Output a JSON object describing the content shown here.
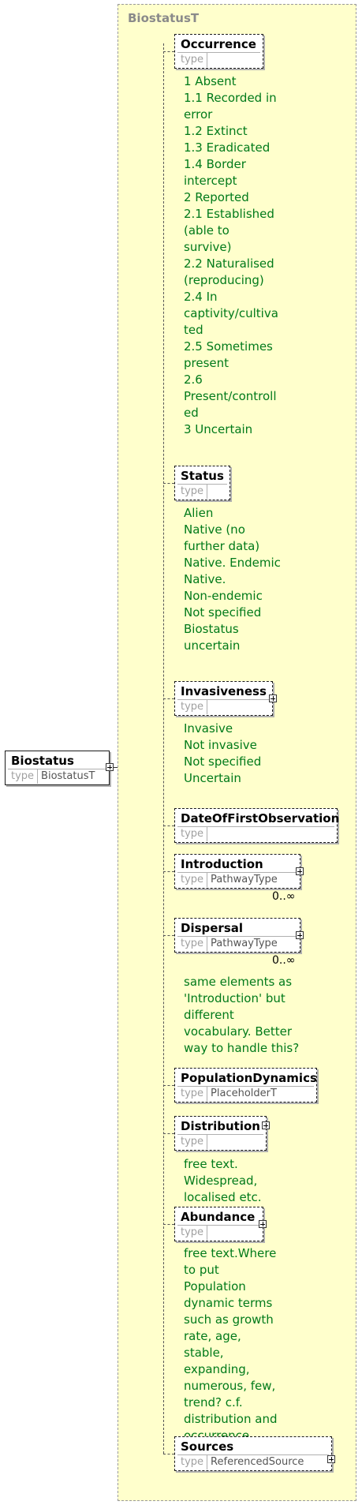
{
  "root": {
    "name": "Biostatus",
    "type_key": "type",
    "type_value": "BiostatusT"
  },
  "container": {
    "title": "BiostatusT"
  },
  "elements": [
    {
      "name": "Occurrence",
      "type_key": "type",
      "type_value": "",
      "doc": "1 Absent\n1.1 Recorded in\nerror\n1.2 Extinct\n1.3 Eradicated\n1.4 Border\nintercept\n2 Reported\n2.1 Established\n(able to\nsurvive)\n2.2 Naturalised\n(reproducing)\n2.4 In\ncaptivity/cultiva\nted\n2.5 Sometimes\npresent\n2.6\nPresent/controll\ned\n3 Uncertain"
    },
    {
      "name": "Status",
      "type_key": "type",
      "type_value": "",
      "doc": "Alien\nNative (no\nfurther data)\nNative. Endemic\nNative.\nNon-endemic\nNot specified\nBiostatus\nuncertain"
    },
    {
      "name": "Invasiveness",
      "type_key": "type",
      "type_value": "",
      "doc": "Invasive\nNot invasive\nNot specified\nUncertain"
    },
    {
      "name": "DateOfFirstObservation",
      "type_key": "type",
      "type_value": ""
    },
    {
      "name": "Introduction",
      "type_key": "type",
      "type_value": "PathwayType",
      "multiplicity": "0..∞"
    },
    {
      "name": "Dispersal",
      "type_key": "type",
      "type_value": "PathwayType",
      "multiplicity": "0..∞",
      "doc": "same elements as\n'Introduction' but\ndifferent\nvocabulary. Better\nway to handle this?"
    },
    {
      "name": "PopulationDynamics",
      "type_key": "type",
      "type_value": "PlaceholderT"
    },
    {
      "name": "Distribution",
      "type_key": "type",
      "type_value": "",
      "doc": "free text.\nWidespread,\nlocalised etc."
    },
    {
      "name": "Abundance",
      "type_key": "type",
      "type_value": "",
      "doc": "free text.Where\nto put\nPopulation\ndynamic terms\nsuch as growth\nrate, age,\nstable,\nexpanding,\nnumerous, few,\ntrend? c.f.\ndistribution and\noccurrence"
    },
    {
      "name": "Sources",
      "type_key": "type",
      "type_value": "ReferencedSource"
    }
  ],
  "colors": {
    "container_bg": "#ffffcc",
    "doc_text": "#007a1a",
    "title_gray": "#8a8a8a"
  },
  "icons": [
    "sequence-compositor-icon",
    "expand-plus-icon"
  ]
}
